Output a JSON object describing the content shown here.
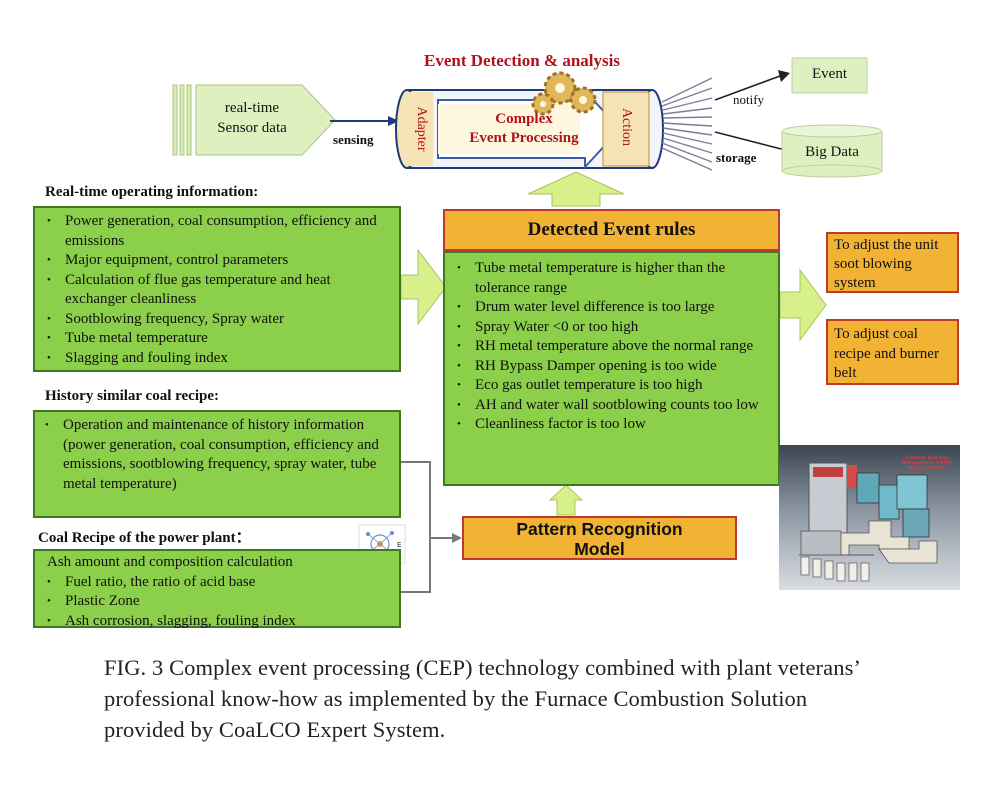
{
  "top": {
    "title": "Event Detection & analysis",
    "sensor_label_line1": "real-time",
    "sensor_label_line2": "Sensor data",
    "sensing": "sensing",
    "adapter": "Adapter",
    "cep_line1": "Complex",
    "cep_line2": "Event Processing",
    "action": "Action",
    "notify": "notify",
    "storage": "storage",
    "event": "Event",
    "big_data": "Big Data"
  },
  "realtime": {
    "title": "Real-time operating information:",
    "items": [
      "Power generation, coal consumption, efficiency and emissions",
      "Major equipment, control parameters",
      "Calculation of flue gas temperature and heat exchanger cleanliness",
      "Sootblowing frequency, Spray water",
      "Tube metal temperature",
      "Slagging and fouling index"
    ]
  },
  "history": {
    "title": "History similar coal recipe:",
    "items": [
      "Operation and maintenance of history information (power generation, coal consumption, efficiency and emissions, sootblowing frequency, spray water, tube metal temperature)"
    ]
  },
  "coal": {
    "title": "Coal Recipe of the power plant：",
    "heading": "Ash amount and composition calculation",
    "items": [
      "Fuel ratio, the ratio of acid base",
      "Plastic Zone",
      "Ash corrosion, slagging, fouling index"
    ]
  },
  "rules": {
    "title": "Detected Event rules",
    "items": [
      "Tube metal temperature is higher than the tolerance range",
      "Drum water level difference is too large",
      "Spray Water <0 or too high",
      "RH metal temperature above the normal range",
      "RH Bypass Damper opening is too wide",
      "Eco gas outlet temperature is too high",
      "AH and water wall sootblowing counts too low",
      "Cleanliness factor is too low"
    ]
  },
  "pattern": {
    "line1": "Pattern Recognition",
    "line2": "Model"
  },
  "outputs": [
    "To adjust the unit soot blowing system",
    "To adjust coal recipe and burner belt"
  ],
  "furnace_image": {
    "label": "Furnace Exit Gas Temperature (FEGT) Measurements"
  },
  "caption": {
    "line1": "FIG. 3   Complex event processing (CEP) technology combined with plant veterans’",
    "line2": "professional know-how as implemented by the Furnace Combustion Solution",
    "line3": "provided by CoaLCO Expert System."
  },
  "colors": {
    "box_green": "#8ccf4a",
    "box_orange": "#f2b233",
    "arrow_green": "#d8f08a",
    "title_red": "#b0121a"
  }
}
